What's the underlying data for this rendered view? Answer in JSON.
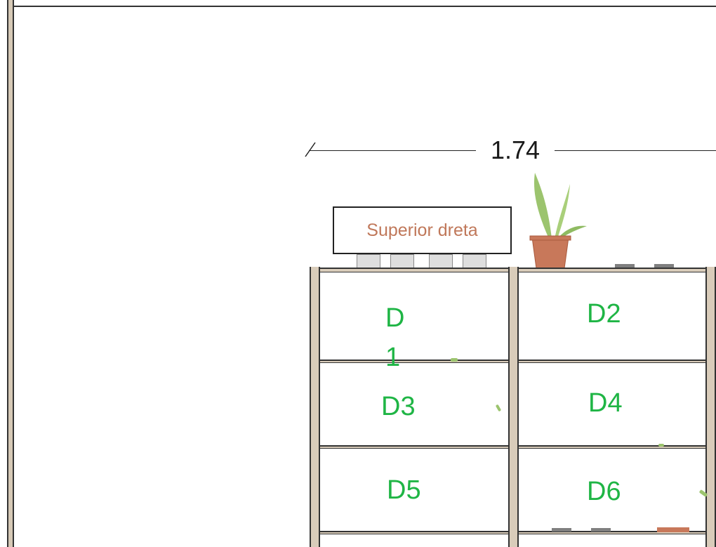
{
  "dimension": {
    "value": "1.74"
  },
  "label_box": {
    "text": "Superior dreta"
  },
  "cells": {
    "d1": "D1",
    "d2": "D2",
    "d3": "D3",
    "d4": "D4",
    "d5": "D5",
    "d6": "D6"
  },
  "colors": {
    "cell_label": "#1fb545",
    "label_text": "#c0785a",
    "wood": "#d9ccba",
    "pot": "#c8785a",
    "leaf": "#9cc46e"
  }
}
